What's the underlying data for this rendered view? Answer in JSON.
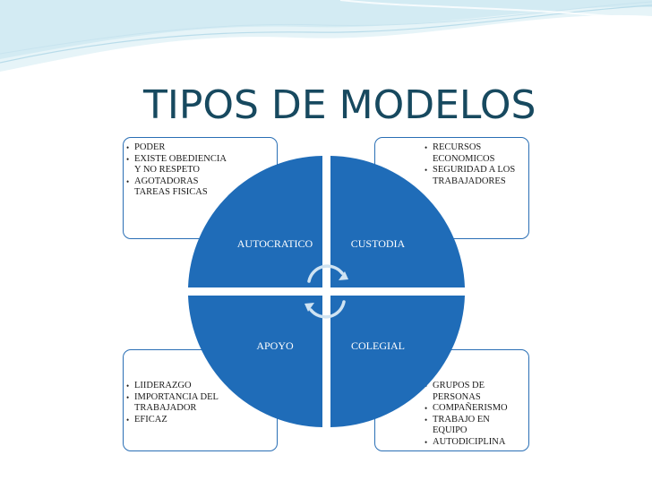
{
  "title": "TIPOS DE MODELOS",
  "colors": {
    "title": "#17495f",
    "quadrant_fill": "#1f6cb8",
    "box_border": "#2a6fb5",
    "wave_light": "#cfe9f2"
  },
  "quadrants": {
    "top_left": {
      "label": "AUTOCRATICO",
      "items": [
        "PODER",
        "EXISTE OBEDIENCIA Y NO RESPETO",
        "AGOTADORAS TAREAS FISICAS"
      ]
    },
    "top_right": {
      "label": "CUSTODIA",
      "items": [
        "RECURSOS ECONOMICOS",
        "SEGURIDAD A LOS TRABAJADORES"
      ]
    },
    "bottom_left": {
      "label": "APOYO",
      "items": [
        "LIIDERAZGO",
        "IMPORTANCIA DEL TRABAJADOR",
        "EFICAZ"
      ]
    },
    "bottom_right": {
      "label": "COLEGIAL",
      "items": [
        "GRUPOS DE PERSONAS",
        "COMPAÑERISMO",
        "TRABAJO EN EQUIPO",
        "AUTODICIPLINA"
      ]
    }
  },
  "center_icon": "circular-arrows-icon"
}
